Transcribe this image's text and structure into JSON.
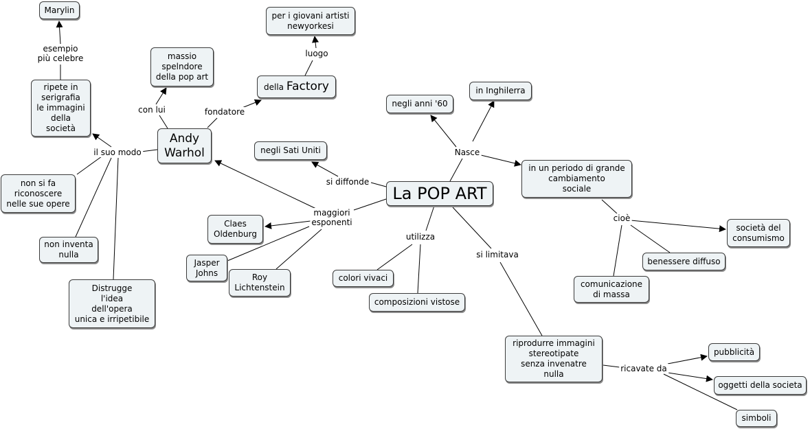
{
  "concepts": {
    "pop_art": "La POP ART",
    "andy_warhol": "Andy\nWarhol",
    "factory_prefix": "della ",
    "factory_word": "Factory",
    "marylin": "Marylin",
    "giovani_artisti": "per i giovani artisti\nnewyorkesi",
    "massimo_splendore": "massio\nspelndore\ndella pop art",
    "ripete": "ripete in\nserigrafia\nle immagini\ndella\nsocietà",
    "non_riconoscere": "non si fa\nriconoscere\nnelle sue opere",
    "non_inventa": "non inventa\nnulla",
    "distrugge": "Distrugge\nl'idea\ndell'opera\nunica e irripetibile",
    "stati_uniti": "negli Sati Uniti",
    "anni_60": "negli anni '60",
    "inghilterra": "in Inghilerra",
    "cambiamento": "in un periodo di grande\ncambiamento\nsociale",
    "consumismo": "società del\nconsumismo",
    "benessere": "benessere diffuso",
    "comunicazione": "comunicazione\ndi massa",
    "oldenburg": "Claes\nOldenburg",
    "johns": "Jasper\nJohns",
    "lichtenstein": "Roy\nLichtenstein",
    "colori": "colori vivaci",
    "composizioni": "composizioni vistose",
    "riprodurre": "riprodurre immagini\nstereotipate\nsenza invenatre\nnulla",
    "pubblicita": "pubblicità",
    "oggetti": "oggetti della societa",
    "simboli": "simboli"
  },
  "links": {
    "esempio": "esempio\npiù celebre",
    "luogo": "luogo",
    "con_lui": "con lui",
    "fondatore": "fondatore",
    "suo_modo": "il suo modo",
    "si_diffonde": "si diffonde",
    "nasce": "Nasce",
    "maggiori": "maggiori\nesponenti",
    "utilizza": "utilizza",
    "si_limitava": "si limitava",
    "cioe": "cioè",
    "ricavate": "ricavate da"
  }
}
